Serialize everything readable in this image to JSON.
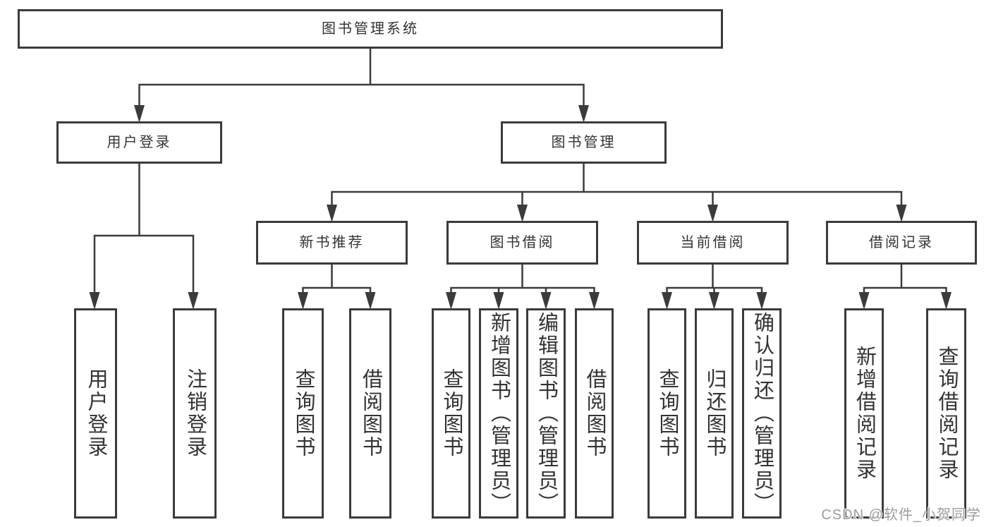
{
  "tree": {
    "label": "图书管理系统",
    "children": [
      {
        "label": "用户登录",
        "children": [
          {
            "label": "用户登录"
          },
          {
            "label": "注销登录"
          }
        ]
      },
      {
        "label": "图书管理",
        "children": [
          {
            "label": "新书推荐",
            "children": [
              {
                "label": "查询图书"
              },
              {
                "label": "借阅图书"
              }
            ]
          },
          {
            "label": "图书借阅",
            "children": [
              {
                "label": "查询图书"
              },
              {
                "label": "新增图书（管理员）"
              },
              {
                "label": "编辑图书（管理员）"
              },
              {
                "label": "借阅图书"
              }
            ]
          },
          {
            "label": "当前借阅",
            "children": [
              {
                "label": "查询图书"
              },
              {
                "label": "归还图书"
              },
              {
                "label": "确认归还（管理员）"
              }
            ]
          },
          {
            "label": "借阅记录",
            "children": [
              {
                "label": "新增借阅记录"
              },
              {
                "label": "查询借阅记录"
              }
            ]
          }
        ]
      }
    ]
  },
  "watermark": {
    "text": "CSDN @软件_小贺同学"
  },
  "colors": {
    "line": "#3b3b3b",
    "text": "#333333",
    "watermark": "#9c9c9c",
    "background": "#ffffff"
  }
}
